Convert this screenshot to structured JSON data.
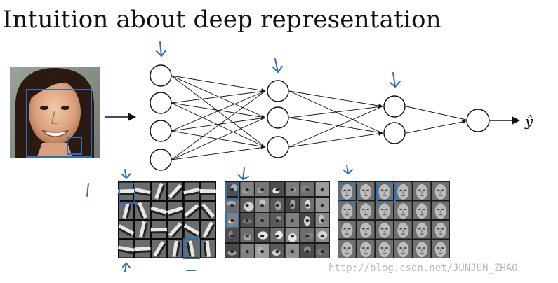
{
  "title": "Intuition about deep representation",
  "output_label": "ŷ",
  "watermark": "http://blog.csdn.net/JUNJUN_ZHAO",
  "network": {
    "layers": [
      4,
      3,
      2,
      1
    ]
  },
  "feature_panels": [
    {
      "name": "edge-features",
      "rows": 4,
      "cols": 6
    },
    {
      "name": "part-features",
      "rows": 5,
      "cols": 7
    },
    {
      "name": "face-features",
      "rows": 4,
      "cols": 6
    }
  ],
  "colors": {
    "ink": "#111111",
    "annotation": "#2f6fb7",
    "watermark": "#b9b9b9",
    "panel_bg": "#0a0a0a"
  }
}
